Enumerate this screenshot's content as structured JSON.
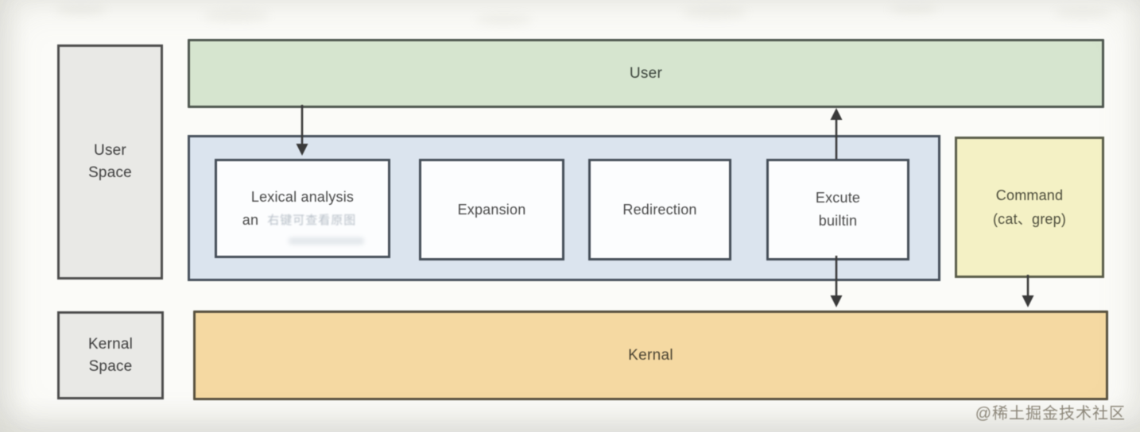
{
  "left_column": {
    "user_space_label": "User\nSpace",
    "kernal_space_label": "Kernal\nSpace"
  },
  "user_bar_label": "User",
  "kernal_bar_label": "Kernal",
  "pipeline": {
    "stages": [
      {
        "line1": "Lexical analysis",
        "line2": "an",
        "overlay_text": "右键可查看原图"
      },
      {
        "line1": "Expansion"
      },
      {
        "line1": "Redirection"
      },
      {
        "line1": "Excute\nbuiltin"
      }
    ]
  },
  "command_box_label": "Command\n(cat、grep)",
  "site_watermark": "@稀土掘金技术社区",
  "colors": {
    "user_bar_fill": "#d6e5cf",
    "pipeline_fill": "#dbe4ee",
    "stage_fill": "#fcfdfe",
    "command_fill": "#f4f1c5",
    "kernal_fill": "#f5d9a2",
    "space_fill": "#e9e9e6",
    "border": "#4a4f52",
    "arrow": "#3a3a3a"
  }
}
